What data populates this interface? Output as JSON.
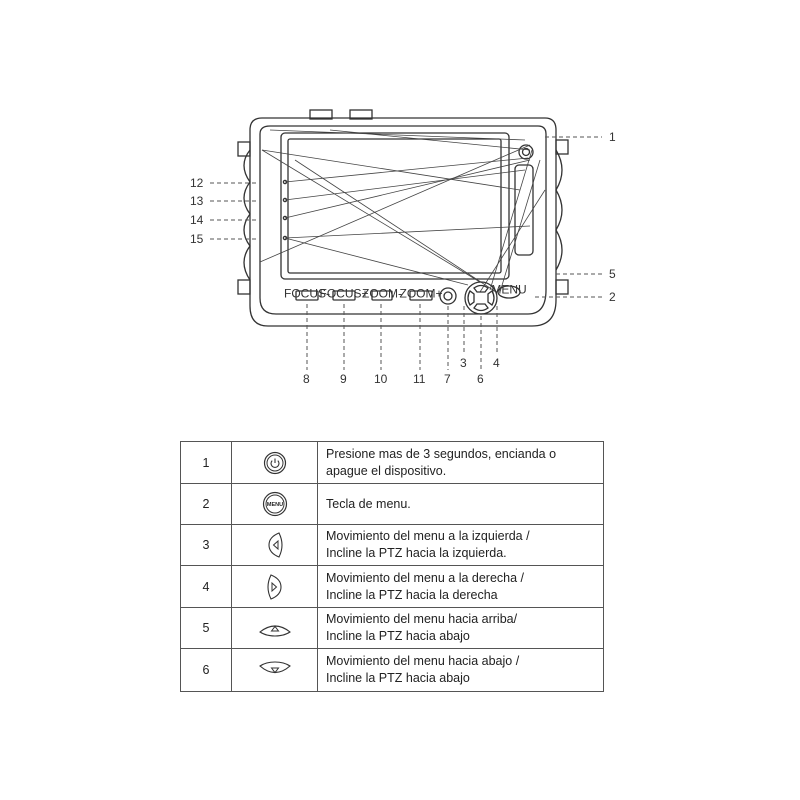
{
  "diagram": {
    "labels": {
      "l1": "1",
      "l2": "2",
      "l3": "3",
      "l4": "4",
      "l5": "5",
      "l6": "6",
      "l7": "7",
      "l8": "8",
      "l9": "9",
      "l10": "10",
      "l11": "11",
      "l12": "12",
      "l13": "13",
      "l14": "14",
      "l15": "15"
    },
    "buttons": {
      "b8": "FOCUS-",
      "b9": "FOCUS+",
      "b10": "ZOOM-",
      "b11": "ZOOM+",
      "menu": "MENU"
    }
  },
  "table": {
    "rows": [
      {
        "num": "1",
        "icon": "power-button-icon",
        "lines": [
          "Presione mas de 3 segundos, encianda o",
          "apague el dispositivo."
        ]
      },
      {
        "num": "2",
        "icon": "menu-button-icon",
        "icon_text": "MENU",
        "lines": [
          "Tecla de menu."
        ]
      },
      {
        "num": "3",
        "icon": "left-arrow-button-icon",
        "lines": [
          "Movimiento del menu a la izquierda /",
          "Incline la PTZ hacia la izquierda."
        ]
      },
      {
        "num": "4",
        "icon": "right-arrow-button-icon",
        "lines": [
          "Movimiento del menu a la derecha /",
          "Incline la PTZ hacia la derecha"
        ]
      },
      {
        "num": "5",
        "icon": "up-arrow-button-icon",
        "lines": [
          "Movimiento del menu hacia arriba/",
          "Incline la PTZ hacia abajo"
        ]
      },
      {
        "num": "6",
        "icon": "down-arrow-button-icon",
        "lines": [
          "Movimiento del menu hacia abajo /",
          "Incline la PTZ hacia abajo"
        ]
      }
    ]
  }
}
